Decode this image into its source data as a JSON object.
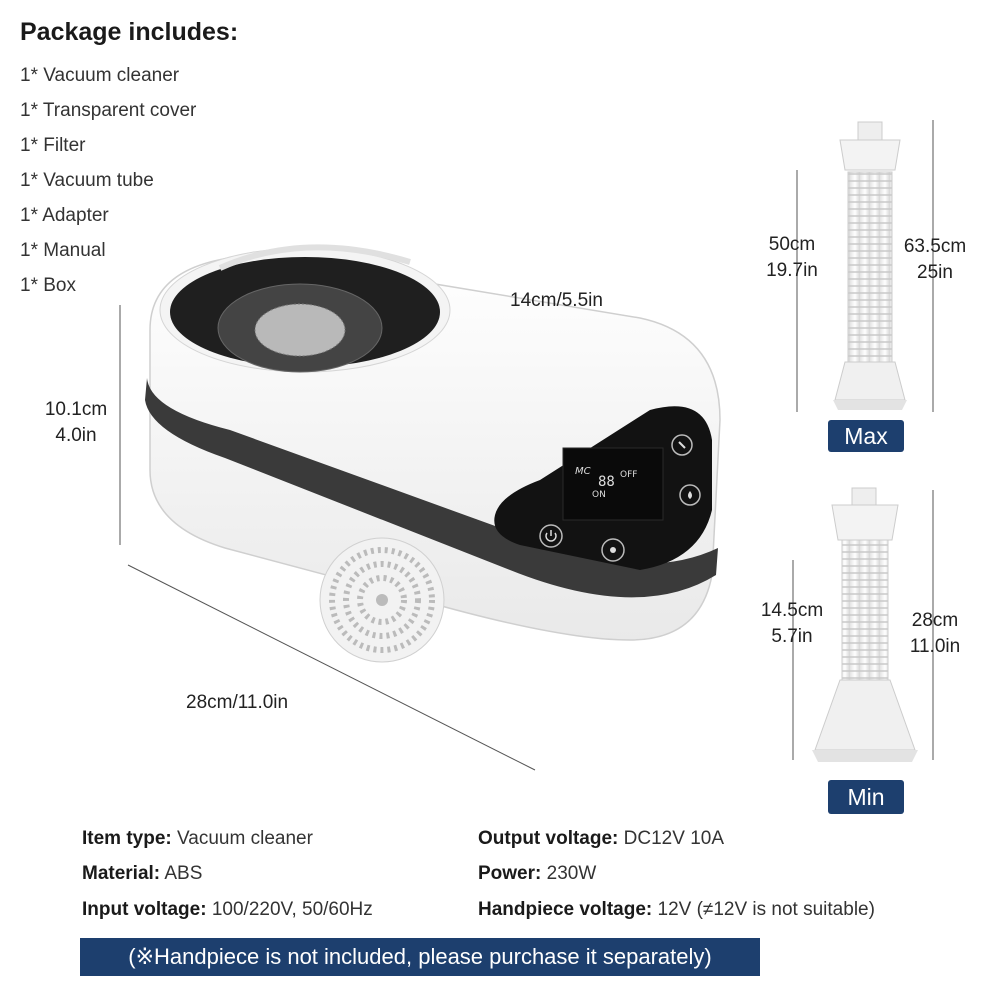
{
  "package": {
    "title": "Package includes:",
    "items": [
      "1* Vacuum cleaner",
      "1* Transparent cover",
      "1* Filter",
      "1* Vacuum tube",
      "1* Adapter",
      "1* Manual",
      "1* Box"
    ]
  },
  "dimensions": {
    "depth": "14cm/5.5in",
    "height_cm": "10.1cm",
    "height_in": "4.0in",
    "length": "28cm/11.0in",
    "tube_max_cm": "50cm",
    "tube_max_in": "19.7in",
    "total_max_cm": "63.5cm",
    "total_max_in": "25in",
    "tube_min_cm": "14.5cm",
    "tube_min_in": "5.7in",
    "total_min_cm": "28cm",
    "total_min_in": "11.0in"
  },
  "badges": {
    "max": "Max",
    "min": "Min"
  },
  "display": {
    "logo": "MC",
    "on": "ON",
    "off": "OFF",
    "digits": "88"
  },
  "specs": {
    "item_type_label": "Item type:",
    "item_type_value": " Vacuum cleaner",
    "material_label": "Material:",
    "material_value": " ABS",
    "input_label": "Input voltage:",
    "input_value": " 100/220V, 50/60Hz",
    "output_label": "Output voltage:",
    "output_value": " DC12V 10A",
    "power_label": "Power:",
    "power_value": " 230W",
    "handpiece_label": "Handpiece voltage:",
    "handpiece_value": " 12V (≠12V is not suitable)"
  },
  "banner": "(※Handpiece is not included, please purchase it separately)",
  "colors": {
    "brand_navy": "#1d3f6e",
    "stripe": "#3a3a3a",
    "panel": "#121212"
  },
  "icons": [
    "power-icon",
    "fan-icon",
    "light-icon",
    "droplet-icon",
    "vent-grille"
  ]
}
